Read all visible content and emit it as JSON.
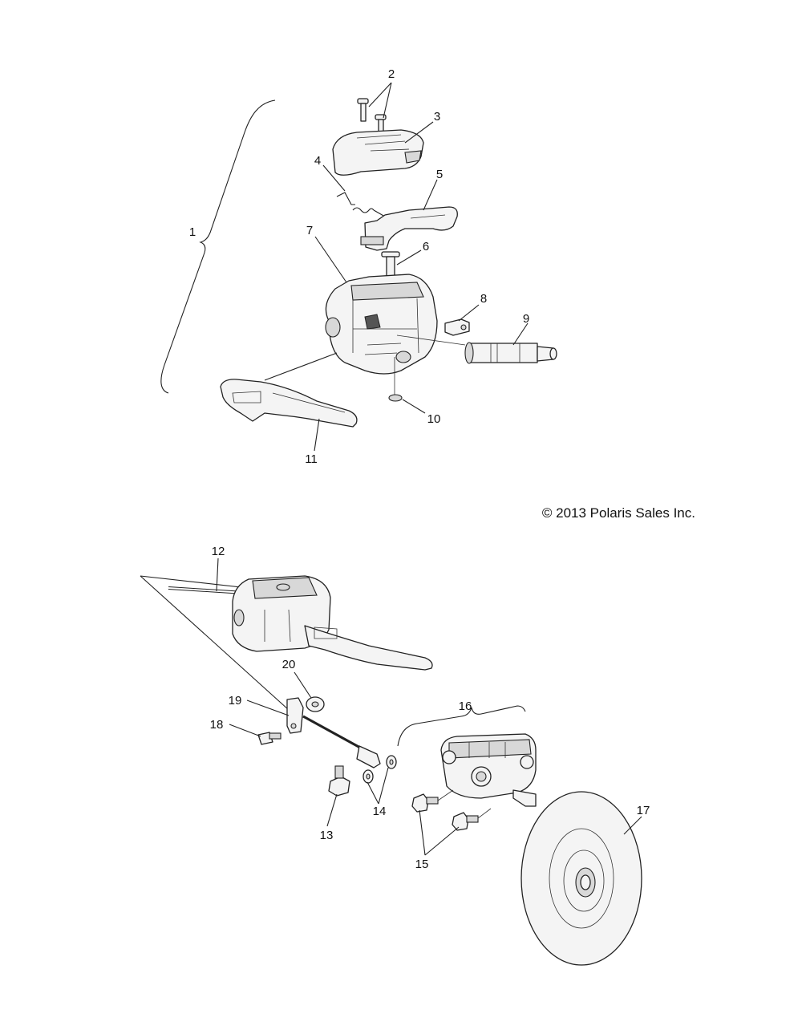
{
  "copyright": "© 2013 Polaris Sales Inc.",
  "callouts": {
    "c1": "1",
    "c2": "2",
    "c3": "3",
    "c4": "4",
    "c5": "5",
    "c6": "6",
    "c7": "7",
    "c8": "8",
    "c9": "9",
    "c10": "10",
    "c11": "11",
    "c12": "12",
    "c13": "13",
    "c14": "14",
    "c15": "15",
    "c16": "16",
    "c17": "17",
    "c18": "18",
    "c19": "19",
    "c20": "20"
  }
}
